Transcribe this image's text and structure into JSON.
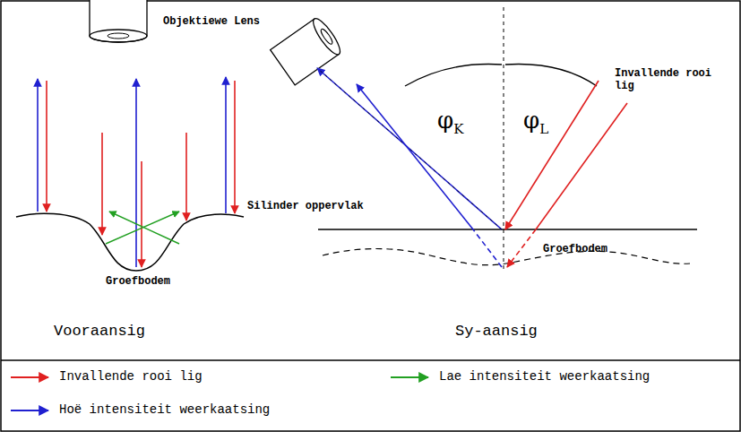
{
  "diagram": {
    "labels": [
      "Objektiewe Lens",
      "Silinder oppervlak",
      "Groefbodem",
      "Vooraansig",
      "φK",
      "φL",
      "Invallende rooi lig",
      "Groefbodem",
      "Sy-aansig"
    ],
    "legend": [
      {
        "text": "Invallende rooi lig",
        "color": "#e02020"
      },
      {
        "text": "Lae intensiteit weerkaatsing",
        "color": "#22a022"
      },
      {
        "text": "Hoë intensiteit weerkaatsing",
        "color": "#2020d0"
      }
    ]
  }
}
